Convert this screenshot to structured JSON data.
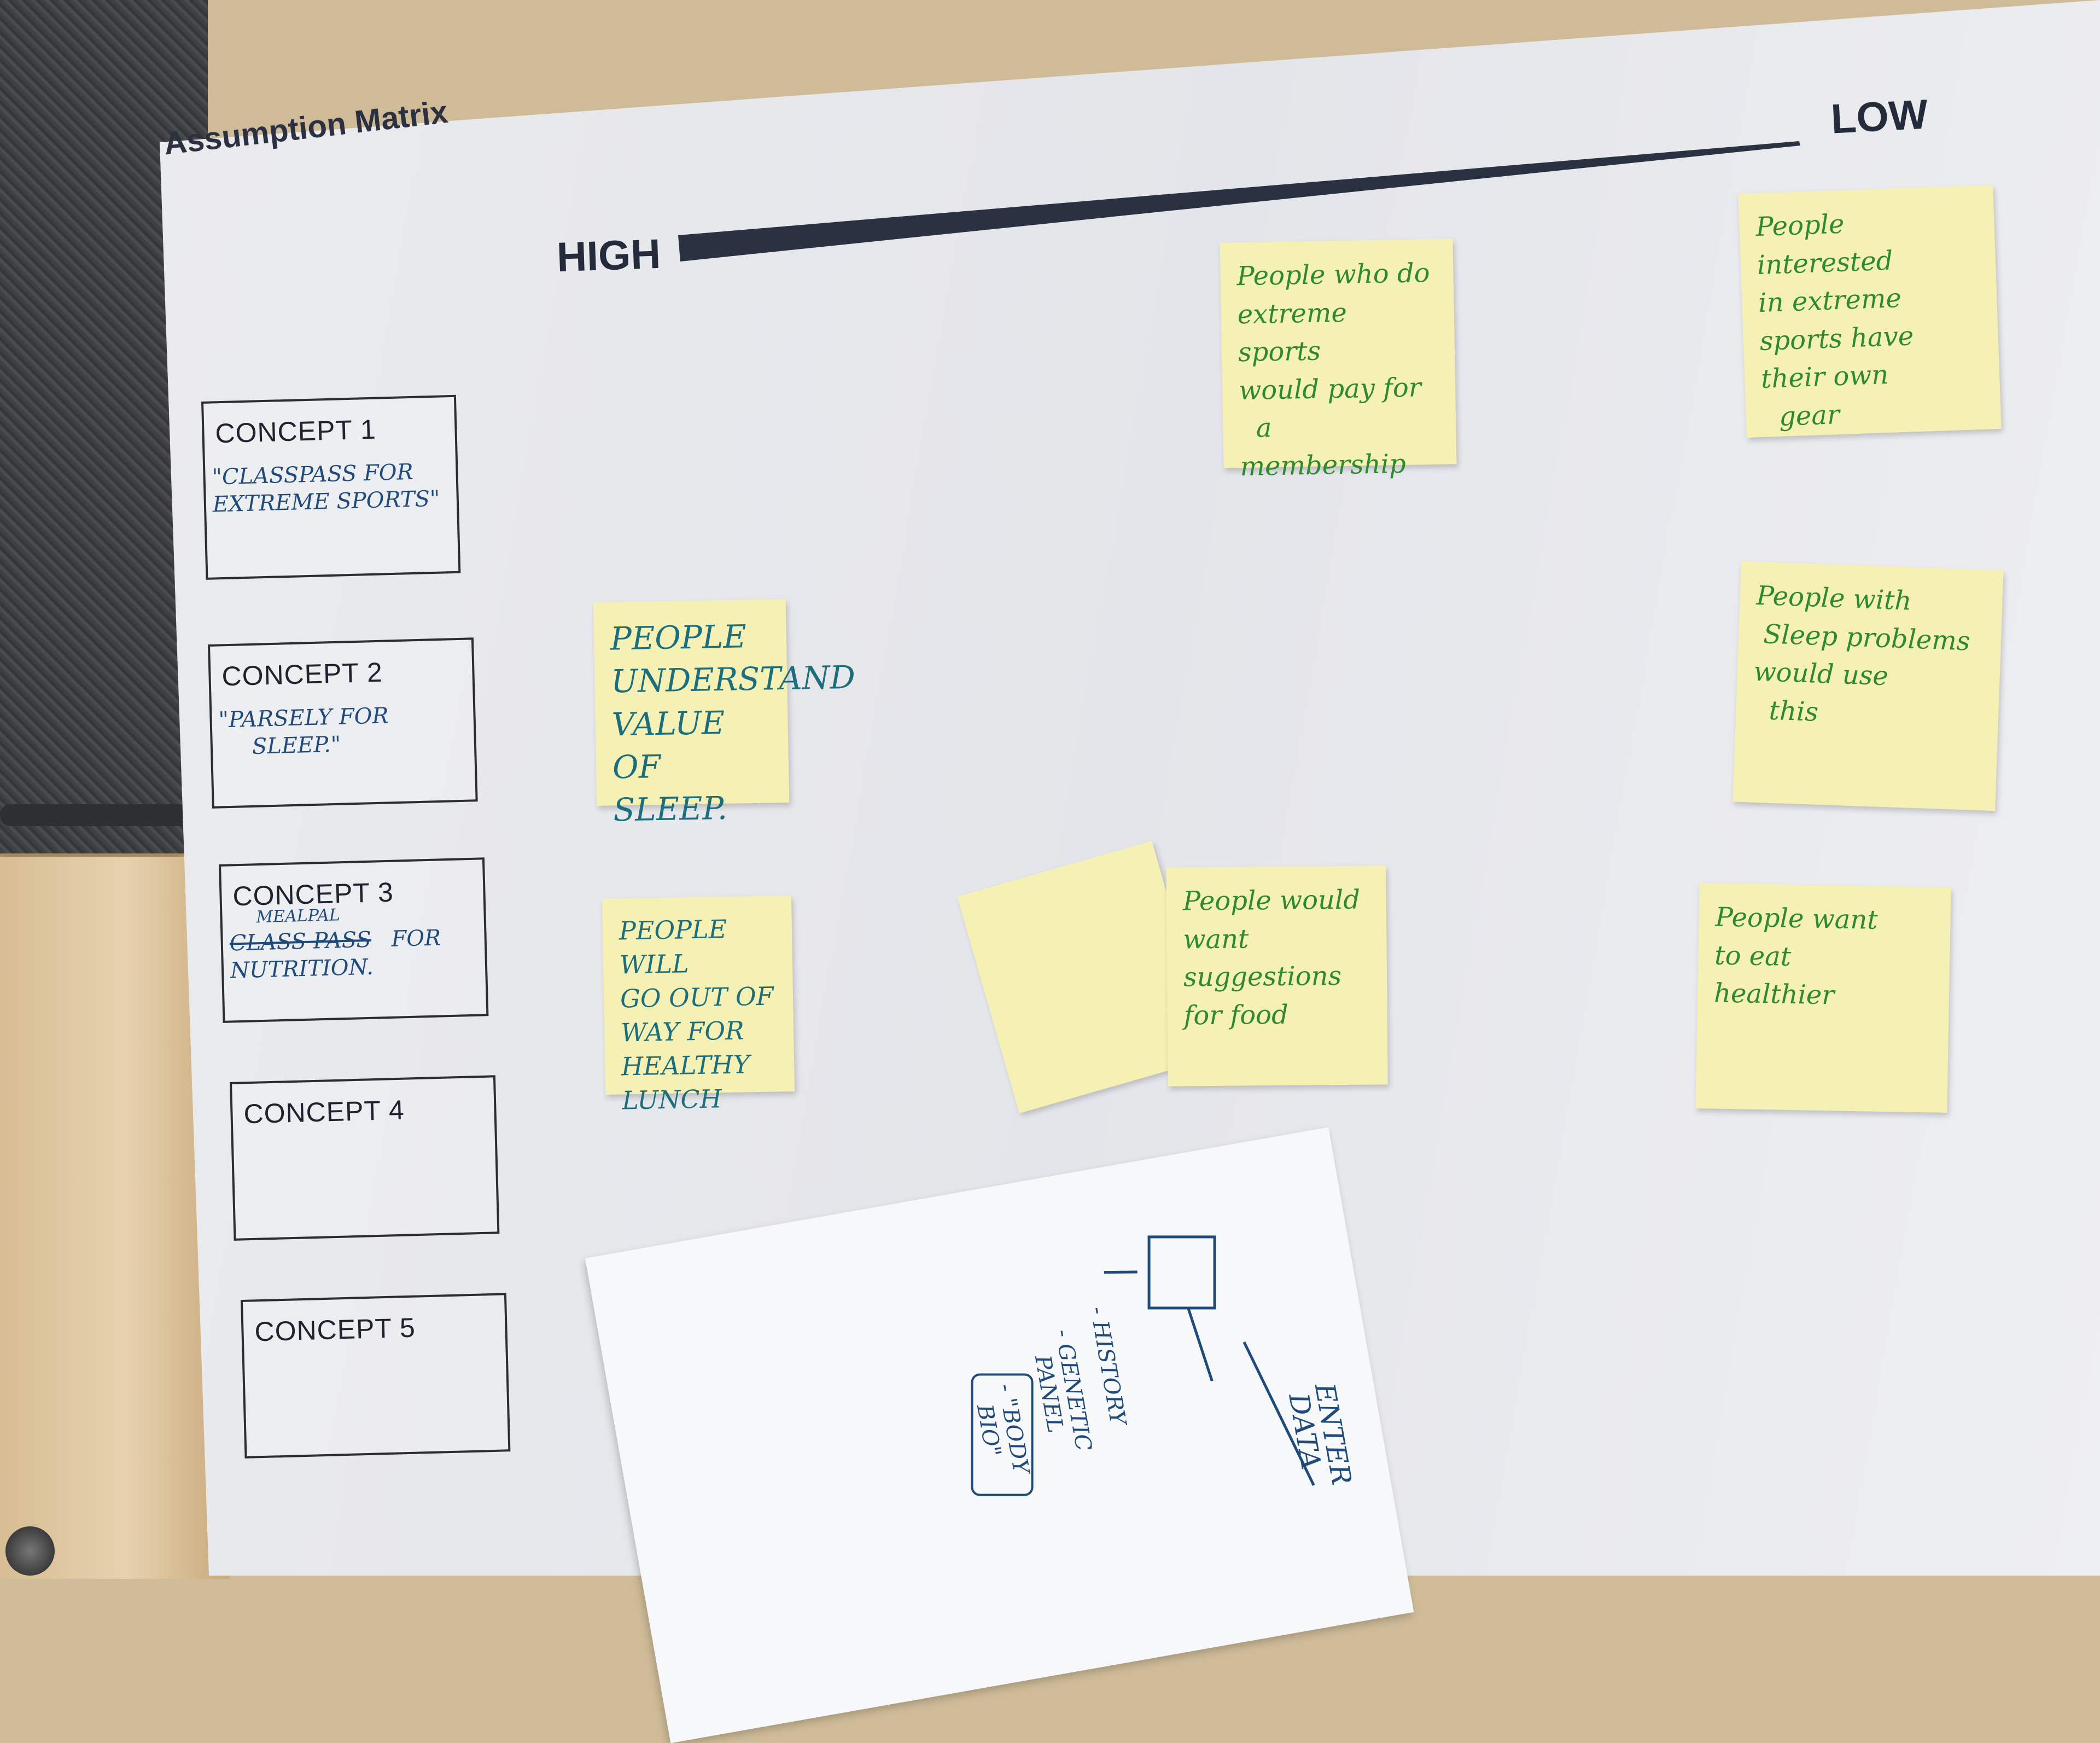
{
  "poster": {
    "title": "Assumption Matrix",
    "axis_high": "HIGH",
    "axis_low": "LOW"
  },
  "concepts": [
    {
      "title": "CONCEPT 1",
      "note_line1": "\"CLASSPASS FOR",
      "note_line2": "EXTREME SPORTS\""
    },
    {
      "title": "CONCEPT 2",
      "note_line1": "\"PARSELY FOR",
      "note_line2": "SLEEP.\""
    },
    {
      "title": "CONCEPT 3",
      "note_inserted": "MEALPAL",
      "note_struck": "CLASS PASS",
      "note_line1_suffix": "FOR",
      "note_line2": "NUTRITION."
    },
    {
      "title": "CONCEPT 4"
    },
    {
      "title": "CONCEPT 5"
    }
  ],
  "stickies": [
    {
      "text": "People who do\nextreme sports\nwould pay for\n  a\nmembership"
    },
    {
      "text": "People interested\nin extreme\nsports have\ntheir own\n  gear"
    },
    {
      "text": "PEOPLE\nUNDERSTAND\nVALUE OF\nSLEEP."
    },
    {
      "text": "People with\n Sleep problems\nwould use\n  this"
    },
    {
      "text": "PEOPLE WILL\nGO OUT OF\nWAY FOR\nHEALTHY LUNCH"
    },
    {
      "text": ""
    },
    {
      "text": "People would\nwant suggestions\nfor food"
    },
    {
      "text": "People want\nto eat\nhealthier"
    }
  ],
  "sketch": {
    "list_item1": "- HISTORY",
    "list_item2": "- GENETIC",
    "list_item2b": "PANEL",
    "list_item3": "- \"BODY",
    "list_item3b": "BIO\"",
    "enter": "ENTER",
    "data": "DATA"
  },
  "colors": {
    "poster": "#e6e7eb",
    "sticky": "#f5f0b3",
    "green_ink": "#2f8a2f",
    "teal_ink": "#1c6e7c",
    "blue_ink": "#1f4a7a",
    "axis": "#242b3a"
  }
}
